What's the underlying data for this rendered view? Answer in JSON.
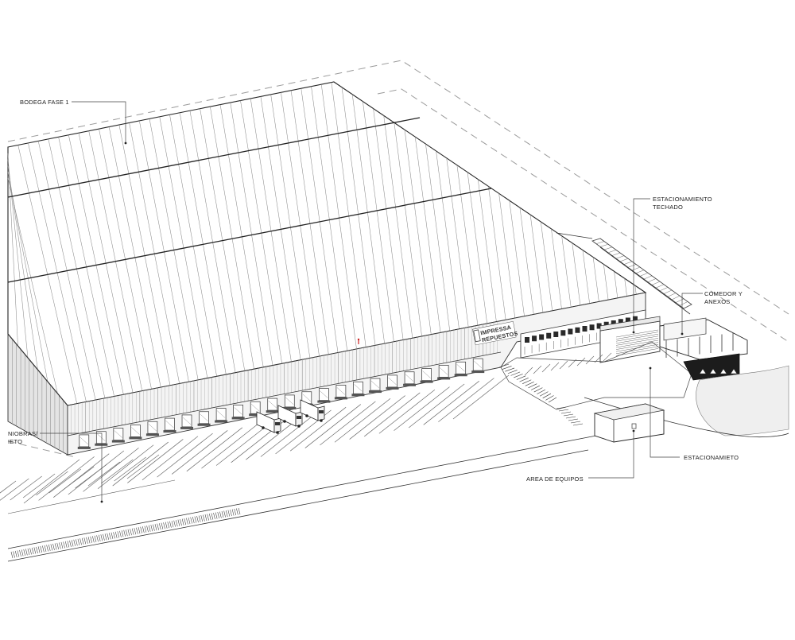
{
  "labels": {
    "bodega": "BODEGA FASE 1",
    "estacionamiento_techado_1": "ESTACIONAMIENTO",
    "estacionamiento_techado_2": "TECHADO",
    "comedor_1": "COMEDOR Y",
    "comedor_2": "ANEXOS",
    "estacionamiento": "ESTACIONAMIETO",
    "area_equipos": "AREA DE EQUIPOS",
    "maniobras_1": "NIOBRAS/",
    "maniobras_2": "IETO"
  },
  "signage": {
    "line1": "IMPRESSA",
    "line2": "REPUESTOS"
  },
  "colors": {
    "ink": "#222222",
    "roof_rib": "#8c8c8c",
    "boundary": "#9a9a9a",
    "facade": "#f2f2f2",
    "dock_shadow": "#555555"
  }
}
